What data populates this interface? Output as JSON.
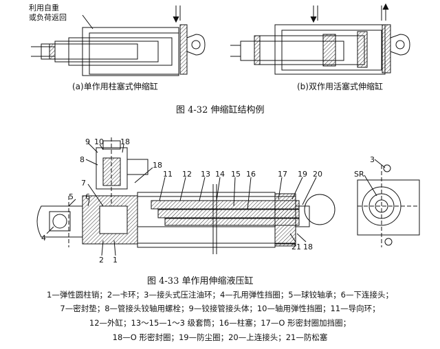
{
  "figure_4_32": {
    "note_line1": "利用自重",
    "note_line2": "或负荷返回",
    "caption_a": "(a)单作用柱塞式伸缩缸",
    "caption_b": "(b)双作用活塞式伸缩缸",
    "title": "图 4-32    伸缩缸结构例"
  },
  "figure_4_33": {
    "title": "图 4-33         单作用伸缩液压缸",
    "part_numbers": {
      "p1": "1",
      "p2": "2",
      "p3": "3",
      "p4": "4",
      "p5": "5",
      "p6": "6",
      "p7": "7",
      "p8": "8",
      "p9": "9",
      "p10": "10",
      "p11": "11",
      "p12": "12",
      "p13": "13",
      "p14": "14",
      "p15": "15",
      "p16": "16",
      "p17": "17",
      "p18a": "18",
      "p18b": "18",
      "p18c": "18",
      "p19": "19",
      "p20": "20",
      "p21": "21"
    },
    "sr_label": "SR",
    "legend": [
      "1—弹性圆柱销；2—卡环；3—接头式压注油环；4—孔用弹性挡圈；5—球铰轴承；6—下连接头；",
      "7—密封垫；8—管接头铰轴用螺栓；9—铰接管接头体；10—轴用弹性挡圈；11—导向环；",
      "12—外缸；13～15—1～3 级套筒；16—柱塞；17—O 形密封圈加挡圈；",
      "18—O 形密封圈；19—防尘圈；20—上连接头；21—防松塞"
    ]
  }
}
